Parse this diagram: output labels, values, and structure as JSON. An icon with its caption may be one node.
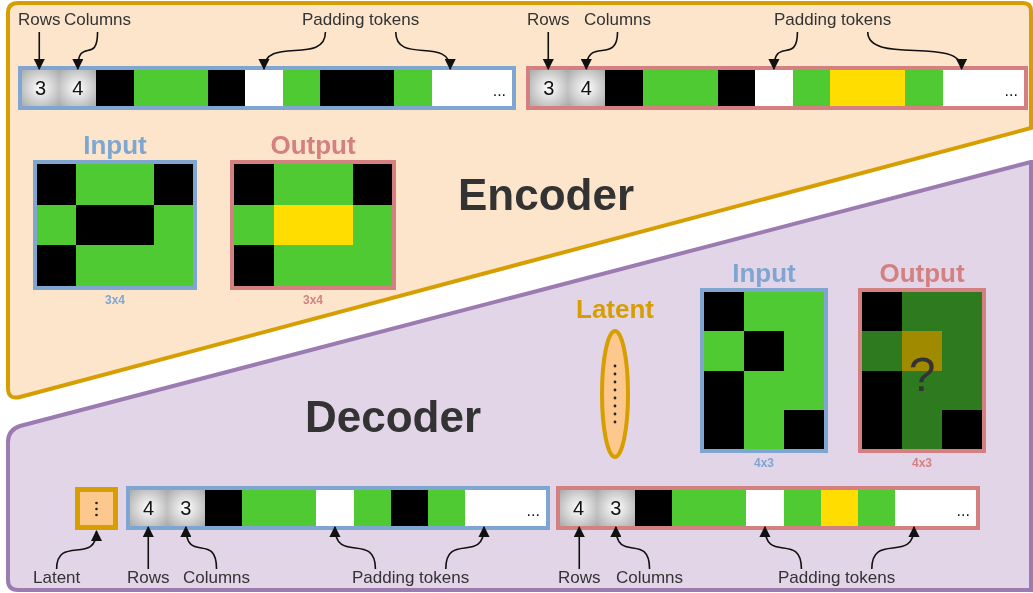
{
  "diagram": {
    "nodes": [
      {
        "text": [
          "Encoder"
        ]
      },
      {
        "text": [
          "Rows"
        ],
        "in": 0
      },
      {
        "text": [
          "Columns"
        ],
        "in": 0
      },
      {
        "text": [
          "Padding tokens"
        ],
        "in": 0
      },
      {
        "text": [
          "Rows"
        ],
        "in": 0
      },
      {
        "text": [
          "Columns"
        ],
        "in": 0
      },
      {
        "text": [
          "Padding tokens"
        ],
        "in": 0
      },
      {
        "text": [],
        "shape": "bar",
        "in": 0
      },
      {
        "text": [
          "3"
        ],
        "in": 7
      },
      {
        "text": [
          "4"
        ],
        "in": 7
      },
      {
        "text": [],
        "shape": "box",
        "in": 7
      },
      {
        "text": [],
        "shape": "box",
        "in": 7
      },
      {
        "text": [
          "..."
        ],
        "in": 7
      },
      {
        "text": [],
        "shape": "bar",
        "in": 0
      },
      {
        "text": [
          "3"
        ],
        "in": 13
      },
      {
        "text": [
          "4"
        ],
        "in": 13
      },
      {
        "text": [],
        "shape": "box",
        "in": 13
      },
      {
        "text": [],
        "shape": "box",
        "in": 13
      },
      {
        "text": [
          "..."
        ],
        "in": 13
      },
      {
        "text": [
          "Input"
        ],
        "beside": [
          "3x4"
        ],
        "in": 0
      },
      {
        "text": [
          "Output"
        ],
        "beside": [
          "3x4"
        ],
        "in": 0
      },
      {
        "text": [
          "Decoder"
        ]
      },
      {
        "text": [
          "Latent"
        ],
        "in": 21
      },
      {
        "text": [
          "Input"
        ],
        "beside": [
          "4x3"
        ],
        "in": 21
      },
      {
        "text": [
          "Output",
          "?"
        ],
        "beside": [
          "4x3"
        ],
        "in": 21
      },
      {
        "text": [],
        "shape": "box",
        "in": 21
      },
      {
        "text": [],
        "shape": "bar",
        "in": 21
      },
      {
        "text": [
          "4"
        ],
        "in": 26
      },
      {
        "text": [
          "3"
        ],
        "in": 26
      },
      {
        "text": [],
        "shape": "box",
        "in": 26
      },
      {
        "text": [],
        "shape": "box",
        "in": 26
      },
      {
        "text": [
          "..."
        ],
        "in": 26
      },
      {
        "text": [],
        "shape": "bar",
        "in": 21
      },
      {
        "text": [
          "4"
        ],
        "in": 32
      },
      {
        "text": [
          "3"
        ],
        "in": 32
      },
      {
        "text": [],
        "shape": "box",
        "in": 32
      },
      {
        "text": [],
        "shape": "box",
        "in": 32
      },
      {
        "text": [
          "..."
        ],
        "in": 32
      },
      {
        "text": [
          "Latent"
        ],
        "in": 21
      },
      {
        "text": [
          "Rows"
        ],
        "in": 21
      },
      {
        "text": [
          "Columns"
        ],
        "in": 21
      },
      {
        "text": [
          "Padding tokens"
        ],
        "in": 21
      },
      {
        "text": [
          "Rows"
        ],
        "in": 21
      },
      {
        "text": [
          "Columns"
        ],
        "in": 21
      },
      {
        "text": [
          "Padding tokens"
        ],
        "in": 21
      }
    ],
    "edges": [
      {
        "from": 1,
        "to": 8,
        "arrow": "to"
      },
      {
        "from": 2,
        "to": 9,
        "arrow": "to"
      },
      {
        "from": 3,
        "to": 10,
        "arrow": "to"
      },
      {
        "from": 3,
        "to": 11,
        "arrow": "to"
      },
      {
        "from": 4,
        "to": 14,
        "arrow": "to"
      },
      {
        "from": 5,
        "to": 15,
        "arrow": "to"
      },
      {
        "from": 6,
        "to": 16,
        "arrow": "to"
      },
      {
        "from": 6,
        "to": 17,
        "arrow": "to"
      },
      {
        "from": 38,
        "to": 25,
        "arrow": "to"
      },
      {
        "from": 39,
        "to": 27,
        "arrow": "to"
      },
      {
        "from": 40,
        "to": 28,
        "arrow": "to"
      },
      {
        "from": 41,
        "to": 29,
        "arrow": "to"
      },
      {
        "from": 41,
        "to": 30,
        "arrow": "to"
      },
      {
        "from": 42,
        "to": 33,
        "arrow": "to"
      },
      {
        "from": 43,
        "to": 34,
        "arrow": "to"
      },
      {
        "from": 44,
        "to": 35,
        "arrow": "to"
      },
      {
        "from": 44,
        "to": 36,
        "arrow": "to"
      }
    ]
  }
}
